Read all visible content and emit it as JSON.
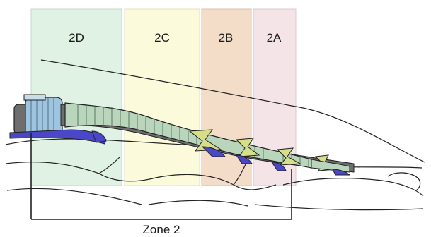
{
  "zones": {
    "d": {
      "label": "2D",
      "color": "#dff2e4"
    },
    "c": {
      "label": "2C",
      "color": "#fbfadb"
    },
    "b": {
      "label": "2B",
      "color": "#f3dcc8"
    },
    "a": {
      "label": "2A",
      "color": "#f4e4e8"
    }
  },
  "caption": "Zone 2",
  "colors": {
    "outline": "#222222",
    "tendon_sheath": "#b9d6bd",
    "annular_pulley": "#d6de8a",
    "pulley_pad": "#4b47c9",
    "proximal_cuff": "#9ec4df",
    "bone_core": "#6e6e6e"
  }
}
